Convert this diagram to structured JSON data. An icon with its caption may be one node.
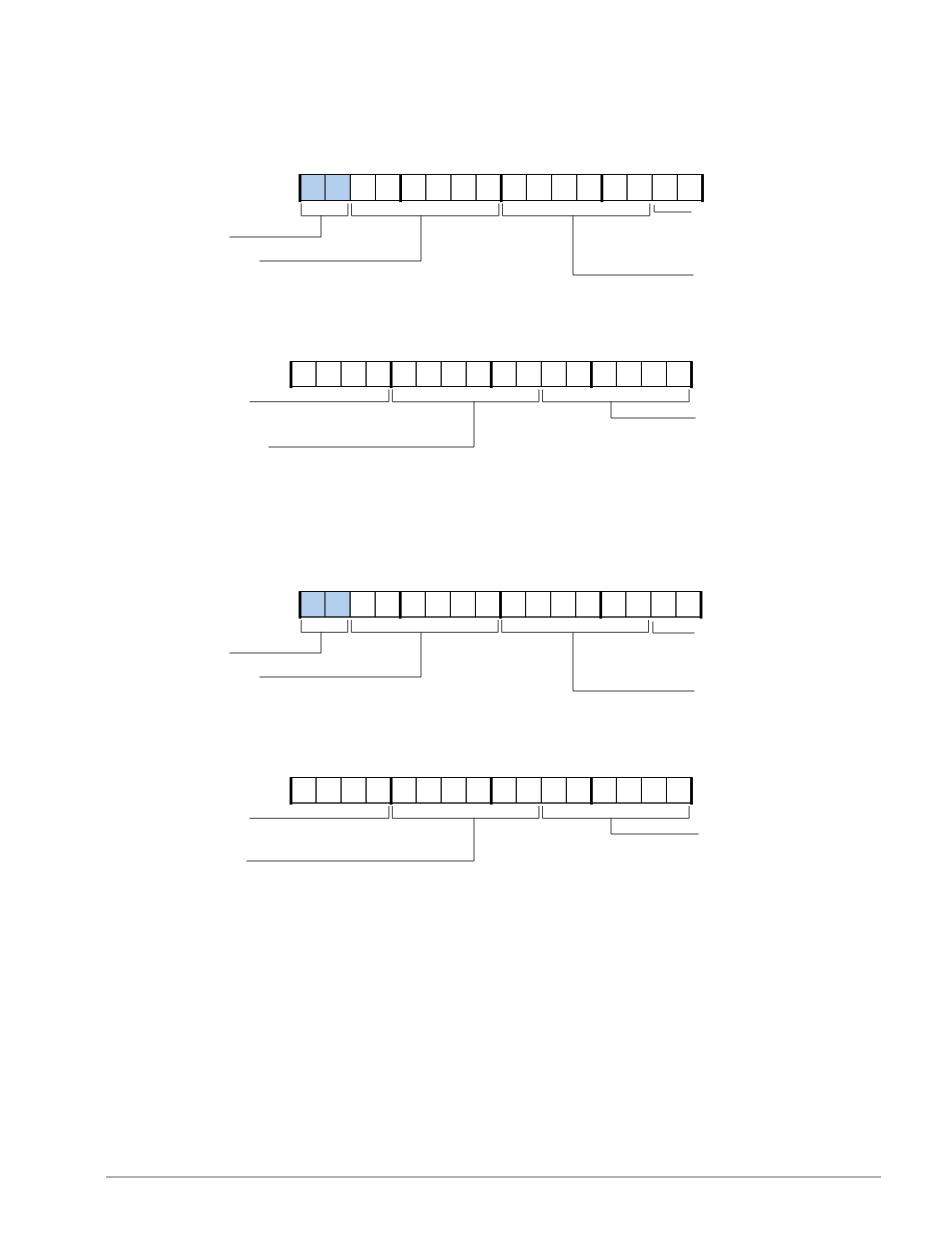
{
  "diagram": {
    "nodes": [
      {
        "text": [],
        "shape": "bar"
      },
      {
        "text": [],
        "shape": "box",
        "in": 0
      },
      {
        "text": [],
        "shape": "box",
        "in": 0
      },
      {
        "text": [],
        "shape": "box",
        "in": 0
      },
      {
        "text": [],
        "shape": "box",
        "in": 0
      },
      {
        "text": [],
        "shape": "bar"
      },
      {
        "text": [],
        "shape": "box",
        "in": 5
      },
      {
        "text": [],
        "shape": "box",
        "in": 5
      },
      {
        "text": [],
        "shape": "box",
        "in": 5
      },
      {
        "text": [],
        "shape": "bar"
      },
      {
        "text": [],
        "shape": "box",
        "in": 9
      },
      {
        "text": [],
        "shape": "box",
        "in": 9
      },
      {
        "text": [],
        "shape": "box",
        "in": 9
      },
      {
        "text": [],
        "shape": "box",
        "in": 9
      },
      {
        "text": [],
        "shape": "bar"
      },
      {
        "text": [],
        "shape": "box",
        "in": 14
      },
      {
        "text": [],
        "shape": "box",
        "in": 14
      },
      {
        "text": [],
        "shape": "box",
        "in": 14
      }
    ],
    "edges": [
      {
        "from": null,
        "to": 1,
        "arrow": "none"
      },
      {
        "from": null,
        "to": 2,
        "arrow": "none"
      },
      {
        "from": null,
        "to": 3,
        "arrow": "none"
      },
      {
        "from": null,
        "to": 4,
        "arrow": "none"
      },
      {
        "from": null,
        "to": 6,
        "arrow": "none"
      },
      {
        "from": null,
        "to": 7,
        "arrow": "none"
      },
      {
        "from": null,
        "to": 8,
        "arrow": "none"
      },
      {
        "from": null,
        "to": 10,
        "arrow": "none"
      },
      {
        "from": null,
        "to": 11,
        "arrow": "none"
      },
      {
        "from": null,
        "to": 12,
        "arrow": "none"
      },
      {
        "from": null,
        "to": 13,
        "arrow": "none"
      },
      {
        "from": null,
        "to": 15,
        "arrow": "none"
      },
      {
        "from": null,
        "to": 16,
        "arrow": "none"
      },
      {
        "from": null,
        "to": 17,
        "arrow": "none"
      }
    ]
  }
}
